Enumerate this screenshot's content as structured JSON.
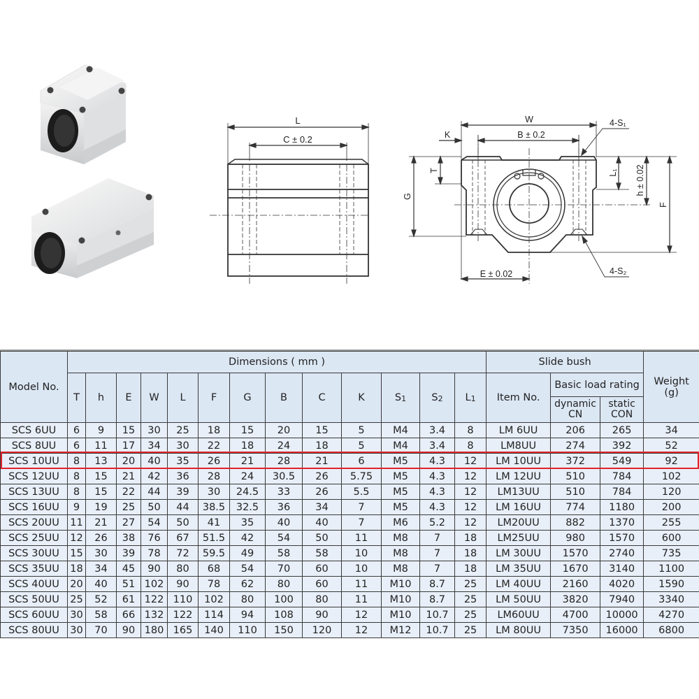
{
  "drawing_side": {
    "labels": {
      "L": "L",
      "C": "C ± 0.2"
    }
  },
  "drawing_front": {
    "labels": {
      "W": "W",
      "K": "K",
      "B": "B ± 0.2",
      "S1": "4-S₁",
      "S2": "4-S₂",
      "T": "T",
      "G": "G",
      "L1": "L₁",
      "h": "h ± 0.02",
      "F": "F",
      "E": "E ± 0.02"
    }
  },
  "table": {
    "headers": {
      "model": "Model No.",
      "dimensions": "Dimensions ( mm )",
      "slide_bush": "Slide bush",
      "weight": "Weight",
      "weight_unit": "(g)",
      "item_no": "Item No.",
      "basic_load": "Basic load rating",
      "dynamic": "dynamic",
      "dynamic_unit": "CN",
      "static": "static",
      "static_unit": "CON",
      "cols": {
        "T": "T",
        "h": "h",
        "E": "E",
        "W": "W",
        "L": "L",
        "F": "F",
        "G": "G",
        "B": "B",
        "C": "C",
        "K": "K",
        "S1": "S",
        "S1_sub": "1",
        "S2": "S",
        "S2_sub": "2",
        "L1": "L",
        "L1_sub": "1"
      }
    },
    "highlight_row": 2,
    "highlight_color": "#e2232a",
    "rows": [
      [
        "SCS 6UU",
        "6",
        "9",
        "15",
        "30",
        "25",
        "18",
        "15",
        "20",
        "15",
        "5",
        "M4",
        "3.4",
        "8",
        "LM 6UU",
        "206",
        "265",
        "34"
      ],
      [
        "SCS 8UU",
        "6",
        "11",
        "17",
        "34",
        "30",
        "22",
        "18",
        "24",
        "18",
        "5",
        "M4",
        "3.4",
        "8",
        "LM8UU",
        "274",
        "392",
        "52"
      ],
      [
        "SCS 10UU",
        "8",
        "13",
        "20",
        "40",
        "35",
        "26",
        "21",
        "28",
        "21",
        "6",
        "M5",
        "4.3",
        "12",
        "LM 10UU",
        "372",
        "549",
        "92"
      ],
      [
        "SCS 12UU",
        "8",
        "15",
        "21",
        "42",
        "36",
        "28",
        "24",
        "30.5",
        "26",
        "5.75",
        "M5",
        "4.3",
        "12",
        "LM 12UU",
        "510",
        "784",
        "102"
      ],
      [
        "SCS 13UU",
        "8",
        "15",
        "22",
        "44",
        "39",
        "30",
        "24.5",
        "33",
        "26",
        "5.5",
        "M5",
        "4.3",
        "12",
        "LM13UU",
        "510",
        "784",
        "120"
      ],
      [
        "SCS 16UU",
        "9",
        "19",
        "25",
        "50",
        "44",
        "38.5",
        "32.5",
        "36",
        "34",
        "7",
        "M5",
        "4.3",
        "12",
        "LM 16UU",
        "774",
        "1180",
        "200"
      ],
      [
        "SCS 20UU",
        "11",
        "21",
        "27",
        "54",
        "50",
        "41",
        "35",
        "40",
        "40",
        "7",
        "M6",
        "5.2",
        "12",
        "LM20UU",
        "882",
        "1370",
        "255"
      ],
      [
        "SCS 25UU",
        "12",
        "26",
        "38",
        "76",
        "67",
        "51.5",
        "42",
        "54",
        "50",
        "11",
        "M8",
        "7",
        "18",
        "LM25UU",
        "980",
        "1570",
        "600"
      ],
      [
        "SCS 30UU",
        "15",
        "30",
        "39",
        "78",
        "72",
        "59.5",
        "49",
        "58",
        "58",
        "10",
        "M8",
        "7",
        "18",
        "LM 30UU",
        "1570",
        "2740",
        "735"
      ],
      [
        "SCS 35UU",
        "18",
        "34",
        "45",
        "90",
        "80",
        "68",
        "54",
        "70",
        "60",
        "10",
        "M8",
        "7",
        "18",
        "LM 35UU",
        "1670",
        "3140",
        "1100"
      ],
      [
        "SCS 40UU",
        "20",
        "40",
        "51",
        "102",
        "90",
        "78",
        "62",
        "80",
        "60",
        "11",
        "M10",
        "8.7",
        "25",
        "LM 40UU",
        "2160",
        "4020",
        "1590"
      ],
      [
        "SCS 50UU",
        "25",
        "52",
        "61",
        "122",
        "110",
        "102",
        "80",
        "100",
        "80",
        "11",
        "M10",
        "8.7",
        "25",
        "LM 50UU",
        "3820",
        "7940",
        "3340"
      ],
      [
        "SCS 60UU",
        "30",
        "58",
        "66",
        "132",
        "122",
        "114",
        "94",
        "108",
        "90",
        "12",
        "M10",
        "10.7",
        "25",
        "LM60UU",
        "4700",
        "10000",
        "4270"
      ],
      [
        "SCS 80UU",
        "30",
        "70",
        "90",
        "180",
        "165",
        "140",
        "110",
        "150",
        "120",
        "12",
        "M12",
        "10.7",
        "25",
        "LM 80UU",
        "7350",
        "16000",
        "6800"
      ]
    ]
  }
}
